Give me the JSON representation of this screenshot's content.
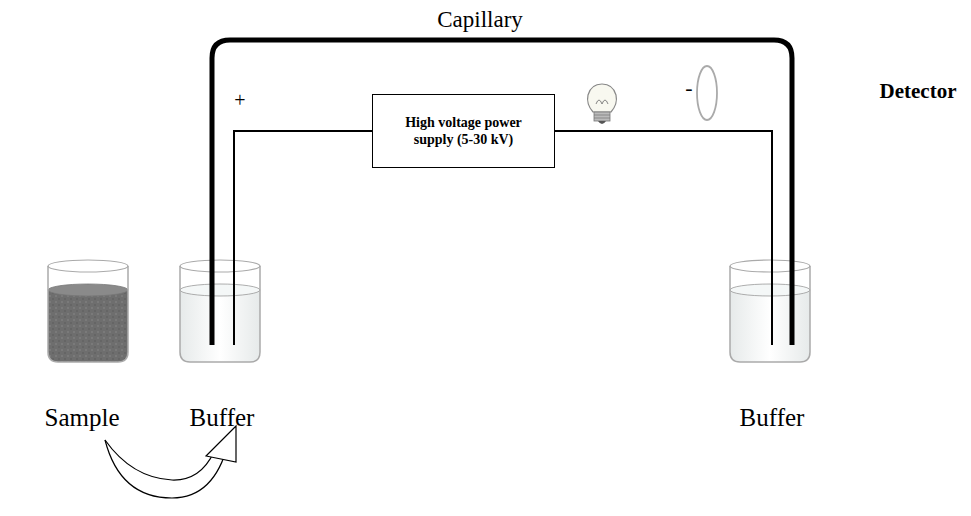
{
  "diagram": {
    "nodes": [
      {
        "text": [
          "High voltage power supply (5-30 kV)"
        ]
      }
    ],
    "labels": [
      "Capillary",
      "+",
      "-",
      "Detector",
      "Sample",
      "Buffer",
      "Buffer"
    ]
  }
}
